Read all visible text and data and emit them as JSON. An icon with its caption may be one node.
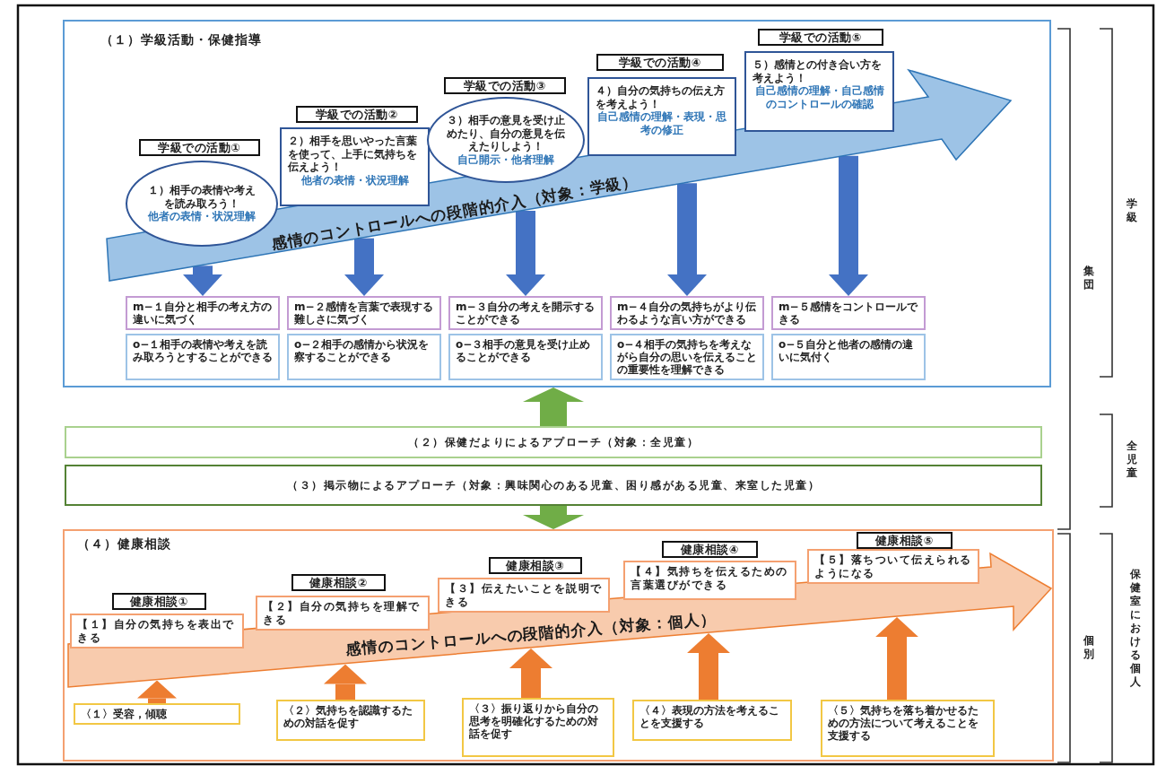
{
  "diagram": {
    "nodes": [
      {
        "text": [
          "（１）学級活動・保健指導"
        ]
      },
      {
        "text": [
          "感情のコントロールへの段階的介入（対象：学級）"
        ],
        "in": 0
      },
      {
        "text": [
          "学級での活動①",
          "１）相手の表情や考えを読み取ろう！",
          "他者の表情・状況理解"
        ],
        "in": 0
      },
      {
        "text": [
          "学級での活動②",
          "２）相手を思いやった言葉を使って、上手に気持ちを伝えよう！",
          "他者の表情・状況理解"
        ],
        "in": 0
      },
      {
        "text": [
          "学級での活動③",
          "３）相手の意見を受け止めたり、自分の意見を伝えたりしよう！",
          "自己開示・他者理解"
        ],
        "in": 0
      },
      {
        "text": [
          "学級での活動④",
          "４）自分の気持ちの伝え方を考えよう！",
          "自己感情の理解・表現・思考の修正"
        ],
        "in": 0
      },
      {
        "text": [
          "学級での活動⑤",
          "５）感情との付き合い方を考えよう！",
          "自己感情の理解・自己感情のコントロールの確認"
        ],
        "in": 0
      },
      {
        "text": [
          "m−１自分と相手の考え方の違いに気づく"
        ],
        "in": 0
      },
      {
        "text": [
          "m−２感情を言葉で表現する難しさに気づく"
        ],
        "in": 0
      },
      {
        "text": [
          "m−３自分の考えを開示することができる"
        ],
        "in": 0
      },
      {
        "text": [
          "m−４自分の気持ちがより伝わるような言い方ができる"
        ],
        "in": 0
      },
      {
        "text": [
          "m−５感情をコントロールできる"
        ],
        "in": 0
      },
      {
        "text": [
          "o−１相手の表情や考えを読み取ろうとすることができる"
        ],
        "in": 0
      },
      {
        "text": [
          "o−２相手の感情から状況を察することができる"
        ],
        "in": 0
      },
      {
        "text": [
          "o−３相手の意見を受け止めることができる"
        ],
        "in": 0
      },
      {
        "text": [
          "o−４相手の気持ちを考えながら自分の思いを伝えることの重要性を理解できる"
        ],
        "in": 0
      },
      {
        "text": [
          "o−５自分と他者の感情の違いに気付く"
        ],
        "in": 0
      },
      {
        "text": [
          "（２）保健だよりによるアプローチ（対象：全児童）"
        ]
      },
      {
        "text": [
          "（３）掲示物によるアプローチ（対象：興味関心のある児童、困り感がある児童、来室した児童）"
        ]
      },
      {
        "text": [
          "（４）健康相談"
        ]
      },
      {
        "text": [
          "感情のコントロールへの段階的介入（対象：個人）"
        ],
        "in": 19
      },
      {
        "text": [
          "健康相談①",
          "【１】自分の気持ちを表出できる"
        ],
        "in": 19
      },
      {
        "text": [
          "健康相談②",
          "【２】自分の気持ちを理解できる"
        ],
        "in": 19
      },
      {
        "text": [
          "健康相談③",
          "【３】伝えたいことを説明できる"
        ],
        "in": 19
      },
      {
        "text": [
          "健康相談④",
          "【４】気持ちを伝えるための言葉選びができる"
        ],
        "in": 19
      },
      {
        "text": [
          "健康相談⑤",
          "【５】落ちついて伝えられるようになる"
        ],
        "in": 19
      },
      {
        "text": [
          "〈１〉受容，傾聴"
        ],
        "in": 19
      },
      {
        "text": [
          "〈２〉気持ちを認識するための対話を促す"
        ],
        "in": 19
      },
      {
        "text": [
          "〈３〉振り返りから自分の思考を明確化するための対話を促す"
        ],
        "in": 19
      },
      {
        "text": [
          "〈４〉表現の方法を考えることを支援する"
        ],
        "in": 19
      },
      {
        "text": [
          "〈５〉気持ちを落ち着かせるための方法について考えることを支援する"
        ],
        "in": 19
      }
    ],
    "edges": [
      {
        "from": 1,
        "to": 7,
        "arrow": "to",
        "color": "#4472c4"
      },
      {
        "from": 1,
        "to": 8,
        "arrow": "to",
        "color": "#4472c4"
      },
      {
        "from": 1,
        "to": 9,
        "arrow": "to",
        "color": "#4472c4"
      },
      {
        "from": 1,
        "to": 10,
        "arrow": "to",
        "color": "#4472c4"
      },
      {
        "from": 1,
        "to": 11,
        "arrow": "to",
        "color": "#4472c4"
      },
      {
        "from": 17,
        "to": 0,
        "arrow": "to",
        "color": "#70ad47"
      },
      {
        "from": 18,
        "to": 19,
        "arrow": "to",
        "color": "#70ad47"
      },
      {
        "from": 26,
        "to": 20,
        "arrow": "to",
        "color": "#ed7d31"
      },
      {
        "from": 27,
        "to": 20,
        "arrow": "to",
        "color": "#ed7d31"
      },
      {
        "from": 28,
        "to": 20,
        "arrow": "to",
        "color": "#ed7d31"
      },
      {
        "from": 29,
        "to": 20,
        "arrow": "to",
        "color": "#ed7d31"
      },
      {
        "from": 30,
        "to": 20,
        "arrow": "to",
        "color": "#ed7d31"
      }
    ],
    "labels": [
      "学級",
      "集団",
      "全児童",
      "個別",
      "保健室における個人"
    ]
  }
}
